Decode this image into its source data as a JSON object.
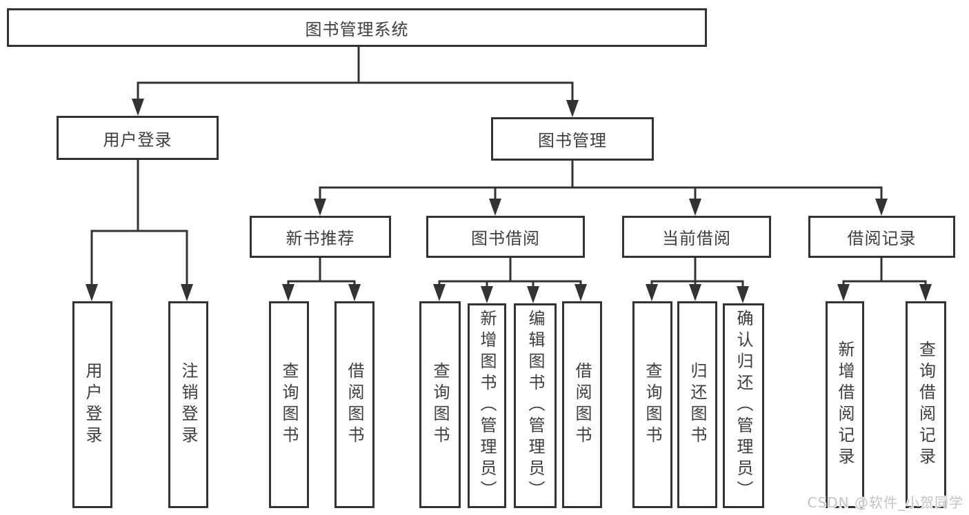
{
  "tree": {
    "label": "图书管理系统",
    "children": [
      {
        "label": "用户登录",
        "children": [
          {
            "label": "用户登录"
          },
          {
            "label": "注销登录"
          }
        ]
      },
      {
        "label": "图书管理",
        "children": [
          {
            "label": "新书推荐",
            "children": [
              {
                "label": "查询图书"
              },
              {
                "label": "借阅图书"
              }
            ]
          },
          {
            "label": "图书借阅",
            "children": [
              {
                "label": "查询图书"
              },
              {
                "label": "新增图书（管理员）"
              },
              {
                "label": "编辑图书（管理员）"
              },
              {
                "label": "借阅图书"
              }
            ]
          },
          {
            "label": "当前借阅",
            "children": [
              {
                "label": "查询图书"
              },
              {
                "label": "归还图书"
              },
              {
                "label": "确认归还（管理员）"
              }
            ]
          },
          {
            "label": "借阅记录",
            "children": [
              {
                "label": "新增借阅记录"
              },
              {
                "label": "查询借阅记录"
              }
            ]
          }
        ]
      }
    ]
  },
  "watermark": {
    "text": "CSDN @软件_小贺同学"
  },
  "colors": {
    "background": "#ffffff",
    "line": "#333333",
    "box_border": "#333333",
    "box_fill": "#ffffff",
    "text": "#3d3d3d",
    "watermark": "#c4c4c4"
  }
}
